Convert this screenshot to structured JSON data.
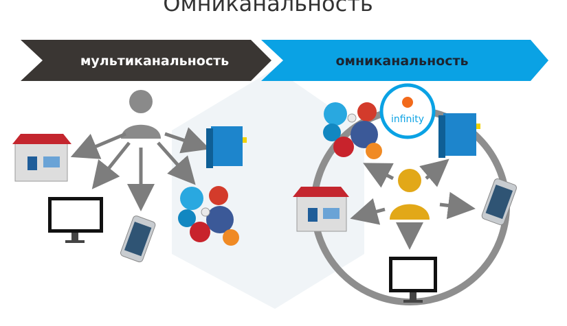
{
  "title": "Омниканальность",
  "banners": {
    "left_label": "мультиканальность",
    "right_label": "омниканальность"
  },
  "logo": {
    "text": "infinity"
  },
  "icons": [
    "user-icon",
    "shop-icon",
    "monitor-icon",
    "phone-icon",
    "book-icon",
    "twitter-icon",
    "gplus-icon",
    "facebook-icon",
    "linkedin-icon",
    "pinterest-icon",
    "rss-icon",
    "mail-icon"
  ],
  "colors": {
    "dark_arrow": "#3a3633",
    "blue_arrow": "#0aa2e4",
    "person_left": "#8a8a8a",
    "person_right": "#e2a818",
    "circle": "#8e8e8e"
  }
}
